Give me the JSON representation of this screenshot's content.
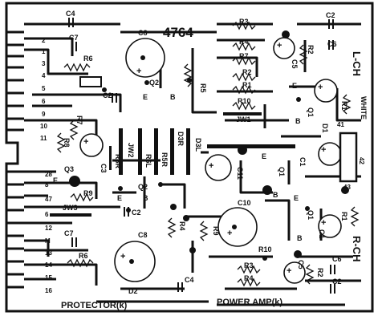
{
  "board": {
    "number": "4764",
    "left_caption": "PROTECTOR(",
    "left_caption_mark": "k",
    "left_caption_close": ")",
    "right_caption": "POWER AMP(k)",
    "channel_top": "L-CH",
    "channel_bottom": "R-CH",
    "white_label": "WHITE",
    "lead_41": "41",
    "lead_42": "42",
    "lead_43": "43"
  },
  "edge_pins": [
    "2",
    "1",
    "3",
    "4",
    "5",
    "6",
    "9",
    "10",
    "11",
    "28",
    "8",
    "47",
    "6",
    "12",
    "M",
    "13",
    "14",
    "15",
    "16"
  ],
  "components": {
    "c4_top": "C4",
    "c7_top": "C7",
    "r6_top": "R6",
    "c8_top": "C8",
    "q2_top": "Q2",
    "c2_top_left": "C2",
    "e_mid_top": "E",
    "b_mid_top": "B",
    "r5": "R5",
    "r3_top": "R3",
    "r4_top": "R4",
    "r7_top": "R7",
    "r2_top": "R2",
    "r1_top": "R1",
    "r10_top": "R10",
    "jw1": "JW1",
    "c5_top": "C5",
    "r2_right_top": "R2",
    "c2_top_right": "C2",
    "c6_top": "C6",
    "e_right_top": "E",
    "b_right_top": "B",
    "q1_top": "Q1",
    "r1_right_top": "R1",
    "c3": "C3",
    "r7_left": "R7",
    "r8": "R8",
    "jw2": "JW2",
    "r6r": "R6R",
    "r6l": "R6L",
    "r5r": "R5R",
    "d3r": "D3R",
    "d3l": "D3L",
    "q3": "Q3",
    "e_q3": "E",
    "c11": "C11",
    "e_c11": "E",
    "b_c11": "B",
    "q1_mid": "Q1",
    "d1": "D1",
    "c1_top": "C1",
    "r9_left": "R9",
    "jw3": "JW3",
    "q2_mid": "Q2",
    "e_q2_mid": "E",
    "b_q2_mid": "B",
    "c2_mid": "C2",
    "c10": "C10",
    "r4_mid": "R4",
    "r9_mid": "R9",
    "r10_mid": "R10",
    "q1_bottom": "Q1",
    "c1_bottom": "C1",
    "e_bottom": "E",
    "b_bottom": "B",
    "r1_bottom": "R1",
    "c7_bottom": "C7",
    "r6_bottom": "R6",
    "c8_bottom": "C8",
    "d2": "D2",
    "r3_bottom": "R3",
    "r4_bottom": "R4",
    "c4_bottom": "C4",
    "c5_bottom": "C5",
    "r2_bottom": "R2",
    "c6_bottom": "C6",
    "c2_bottom": "C2"
  }
}
